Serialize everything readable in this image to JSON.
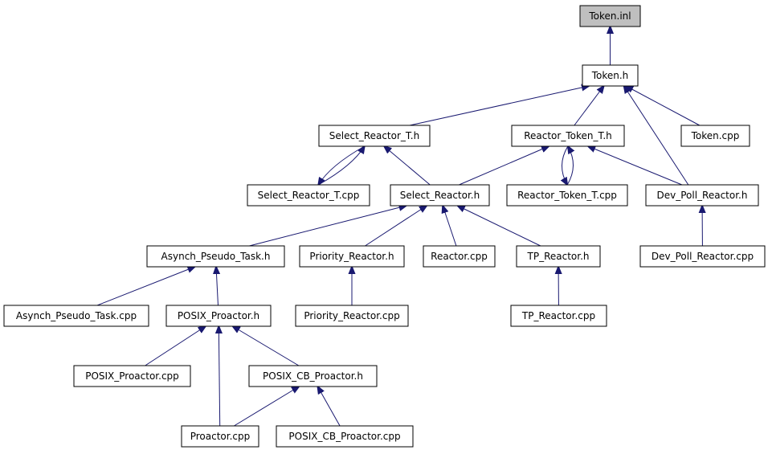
{
  "nodes": [
    {
      "id": "token_inl",
      "label": "Token.inl"
    },
    {
      "id": "token_h",
      "label": "Token.h"
    },
    {
      "id": "select_reactor_t_h",
      "label": "Select_Reactor_T.h"
    },
    {
      "id": "reactor_token_t_h",
      "label": "Reactor_Token_T.h"
    },
    {
      "id": "token_cpp",
      "label": "Token.cpp"
    },
    {
      "id": "select_reactor_t_cpp",
      "label": "Select_Reactor_T.cpp"
    },
    {
      "id": "select_reactor_h",
      "label": "Select_Reactor.h"
    },
    {
      "id": "reactor_token_t_cpp",
      "label": "Reactor_Token_T.cpp"
    },
    {
      "id": "dev_poll_reactor_h",
      "label": "Dev_Poll_Reactor.h"
    },
    {
      "id": "asynch_pseudo_task_h",
      "label": "Asynch_Pseudo_Task.h"
    },
    {
      "id": "priority_reactor_h",
      "label": "Priority_Reactor.h"
    },
    {
      "id": "reactor_cpp",
      "label": "Reactor.cpp"
    },
    {
      "id": "tp_reactor_h",
      "label": "TP_Reactor.h"
    },
    {
      "id": "dev_poll_reactor_cpp",
      "label": "Dev_Poll_Reactor.cpp"
    },
    {
      "id": "asynch_pseudo_task_cpp",
      "label": "Asynch_Pseudo_Task.cpp"
    },
    {
      "id": "posix_proactor_h",
      "label": "POSIX_Proactor.h"
    },
    {
      "id": "priority_reactor_cpp",
      "label": "Priority_Reactor.cpp"
    },
    {
      "id": "tp_reactor_cpp",
      "label": "TP_Reactor.cpp"
    },
    {
      "id": "posix_proactor_cpp",
      "label": "POSIX_Proactor.cpp"
    },
    {
      "id": "posix_cb_proactor_h",
      "label": "POSIX_CB_Proactor.h"
    },
    {
      "id": "proactor_cpp",
      "label": "Proactor.cpp"
    },
    {
      "id": "posix_cb_proactor_cpp",
      "label": "POSIX_CB_Proactor.cpp"
    }
  ],
  "edges": [
    {
      "from": "token_h",
      "to": "token_inl"
    },
    {
      "from": "select_reactor_t_h",
      "to": "token_h"
    },
    {
      "from": "reactor_token_t_h",
      "to": "token_h"
    },
    {
      "from": "token_cpp",
      "to": "token_h"
    },
    {
      "from": "dev_poll_reactor_h",
      "to": "token_h"
    },
    {
      "from": "select_reactor_t_cpp",
      "to": "select_reactor_t_h"
    },
    {
      "from": "select_reactor_t_h",
      "to": "select_reactor_t_cpp"
    },
    {
      "from": "select_reactor_h",
      "to": "select_reactor_t_h"
    },
    {
      "from": "select_reactor_h",
      "to": "reactor_token_t_h"
    },
    {
      "from": "reactor_token_t_cpp",
      "to": "reactor_token_t_h"
    },
    {
      "from": "reactor_token_t_h",
      "to": "reactor_token_t_cpp"
    },
    {
      "from": "dev_poll_reactor_h",
      "to": "reactor_token_t_h"
    },
    {
      "from": "asynch_pseudo_task_h",
      "to": "select_reactor_h"
    },
    {
      "from": "priority_reactor_h",
      "to": "select_reactor_h"
    },
    {
      "from": "reactor_cpp",
      "to": "select_reactor_h"
    },
    {
      "from": "tp_reactor_h",
      "to": "select_reactor_h"
    },
    {
      "from": "dev_poll_reactor_cpp",
      "to": "dev_poll_reactor_h"
    },
    {
      "from": "asynch_pseudo_task_cpp",
      "to": "asynch_pseudo_task_h"
    },
    {
      "from": "posix_proactor_h",
      "to": "asynch_pseudo_task_h"
    },
    {
      "from": "priority_reactor_cpp",
      "to": "priority_reactor_h"
    },
    {
      "from": "tp_reactor_cpp",
      "to": "tp_reactor_h"
    },
    {
      "from": "posix_proactor_cpp",
      "to": "posix_proactor_h"
    },
    {
      "from": "posix_cb_proactor_h",
      "to": "posix_proactor_h"
    },
    {
      "from": "proactor_cpp",
      "to": "posix_proactor_h"
    },
    {
      "from": "proactor_cpp",
      "to": "posix_cb_proactor_h"
    },
    {
      "from": "posix_cb_proactor_cpp",
      "to": "posix_cb_proactor_h"
    }
  ],
  "colors": {
    "edge": "#191970",
    "root_fill": "#bfbfbf",
    "node_fill": "#ffffff",
    "border": "#000000"
  }
}
